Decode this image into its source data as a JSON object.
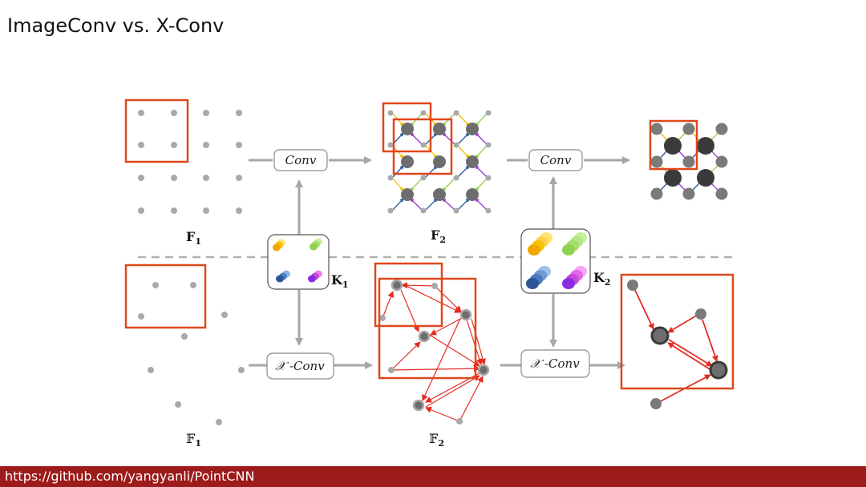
{
  "title": "ImageConv vs. X-Conv",
  "footer_url": "https://github.com/yangyanli/PointCNN",
  "operators": {
    "conv_1": "Conv",
    "conv_2": "Conv",
    "xconv_1": "𝒳 -Conv",
    "xconv_2": "𝒳 -Conv"
  },
  "labels": {
    "f1": "F",
    "f1_sub": "1",
    "f2": "F",
    "f2_sub": "2",
    "k1": "K",
    "k1_sub": "1",
    "k2": "K",
    "k2_sub": "2",
    "pf1": "𝔽",
    "pf1_sub": "1",
    "pf2": "𝔽",
    "pf2_sub": "2"
  },
  "colors": {
    "footer": "#9d1b1b",
    "highlight_box": "#e0471c",
    "arrow": "#a6a6a6",
    "graph_edge": "#e52b23",
    "kernel_yellow": "#f5c400",
    "kernel_green": "#8fd14f",
    "kernel_blue": "#2f5597",
    "kernel_purple": "#9933cc"
  }
}
